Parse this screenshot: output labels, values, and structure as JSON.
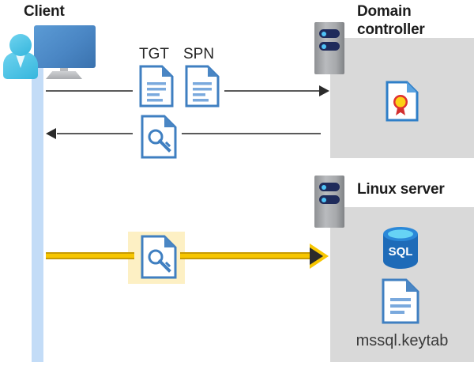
{
  "diagram": {
    "type": "sequence-flow",
    "title_client": "Client",
    "title_domain_controller": "Domain controller",
    "title_linux_server": "Linux server",
    "labels": {
      "tgt": "TGT",
      "spn": "SPN",
      "keytab_file": "mssql.keytab"
    },
    "icons": {
      "client": "user-workstation-icon",
      "server_rack": "server-rack-icon",
      "tgt_document": "document-icon",
      "spn_document": "document-icon",
      "ticket_key_document": "key-document-icon",
      "service_ticket_document": "key-document-icon",
      "certificate": "certificate-document-icon",
      "sql_database": "sql-database-icon",
      "keytab_document": "document-icon"
    },
    "flows": [
      {
        "name": "client-to-dc-request",
        "direction": "right",
        "style": "solid-gray",
        "carries": [
          "TGT",
          "SPN"
        ]
      },
      {
        "name": "dc-to-client-response",
        "direction": "left",
        "style": "solid-gray",
        "carries": [
          "service-ticket"
        ]
      },
      {
        "name": "client-to-linux-auth",
        "direction": "right",
        "style": "thick-yellow",
        "carries": [
          "service-ticket"
        ],
        "highlighted": true
      }
    ],
    "colors": {
      "panel_gray": "#d9d9d9",
      "lifeline_blue": "#c3dcf7",
      "accent_yellow": "#f7c600",
      "highlight_yellow": "#fdf0c4",
      "doc_blue": "#3f7fc1",
      "sql_blue": "#1e6bb8",
      "arrow_gray": "#5a5a5a",
      "title_text": "#1d1d1d"
    }
  }
}
